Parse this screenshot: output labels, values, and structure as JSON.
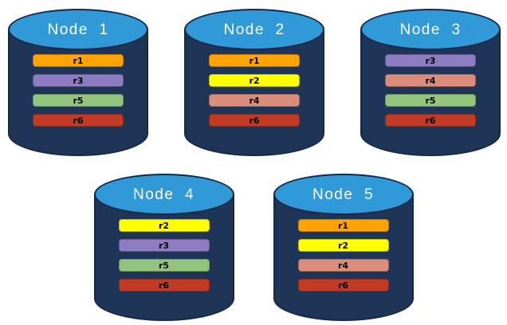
{
  "diagram": {
    "nodes": [
      {
        "label": "Node  1",
        "replicas": [
          "r1",
          "r3",
          "r5",
          "r6"
        ]
      },
      {
        "label": "Node  2",
        "replicas": [
          "r1",
          "r2",
          "r4",
          "r6"
        ]
      },
      {
        "label": "Node  3",
        "replicas": [
          "r3",
          "r4",
          "r5",
          "r6"
        ]
      },
      {
        "label": "Node  4",
        "replicas": [
          "r2",
          "r3",
          "r5",
          "r6"
        ]
      },
      {
        "label": "Node  5",
        "replicas": [
          "r1",
          "r2",
          "r4",
          "r6"
        ]
      }
    ],
    "replica_colors": {
      "r1": {
        "bg": "#FFA404",
        "border": "#BF7B03"
      },
      "r2": {
        "bg": "#FFFF00",
        "border": "#BFBF00"
      },
      "r3": {
        "bg": "#8E7CC3",
        "border": "#6A5C92"
      },
      "r4": {
        "bg": "#DB8D7C",
        "border": "#A46A5D"
      },
      "r5": {
        "bg": "#93C47D",
        "border": "#6E935E"
      },
      "r6": {
        "bg": "#C23B25",
        "border": "#8F2B1B"
      }
    },
    "colors": {
      "cylinder_body": "#1F3557",
      "cylinder_outline": "#16294A",
      "cylinder_top": "#2F9AD7",
      "node_label_text": "#FFFFFF",
      "replica_label_text": "#000000",
      "background": "#FFFFFF"
    }
  }
}
